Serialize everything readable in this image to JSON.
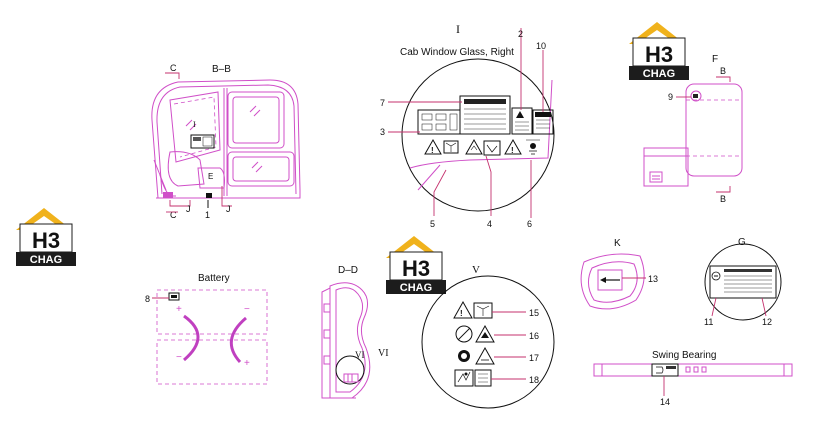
{
  "logos": [
    {
      "mark": "H3",
      "word": "CHAG"
    },
    {
      "mark": "H3",
      "word": "CHAG"
    },
    {
      "mark": "H3",
      "word": "CHAG"
    }
  ],
  "section_titles": {
    "bb": "B–B",
    "dd": "D–D",
    "roman_1": "I",
    "roman_5": "V",
    "roman_6": "VI",
    "k": "K",
    "g": "G",
    "f": "F"
  },
  "view_titles": {
    "cab_glass": "Cab Window Glass, Right",
    "battery": "Battery",
    "swing_bearing": "Swing Bearing"
  },
  "section_marks": {
    "c_top": "C",
    "c_bottom": "C",
    "b_top": "B",
    "b_bottom": "B",
    "j_left": "J",
    "j_right": "J",
    "e": "E",
    "i_small": "I",
    "vi_small": "VI"
  },
  "callouts": {
    "n1": "1",
    "n2": "2",
    "n3": "3",
    "n4": "4",
    "n5": "5",
    "n6": "6",
    "n7": "7",
    "n8": "8",
    "n9": "9",
    "n10": "10",
    "n11": "11",
    "n12": "12",
    "n13": "13",
    "n14": "14",
    "n15": "15",
    "n16": "16",
    "n17": "17",
    "n18": "18"
  },
  "colors": {
    "outline": "#d04fc8",
    "leader": "#c5326e",
    "logo_gold": "#f0b21c",
    "logo_dark": "#1c1c1c"
  }
}
